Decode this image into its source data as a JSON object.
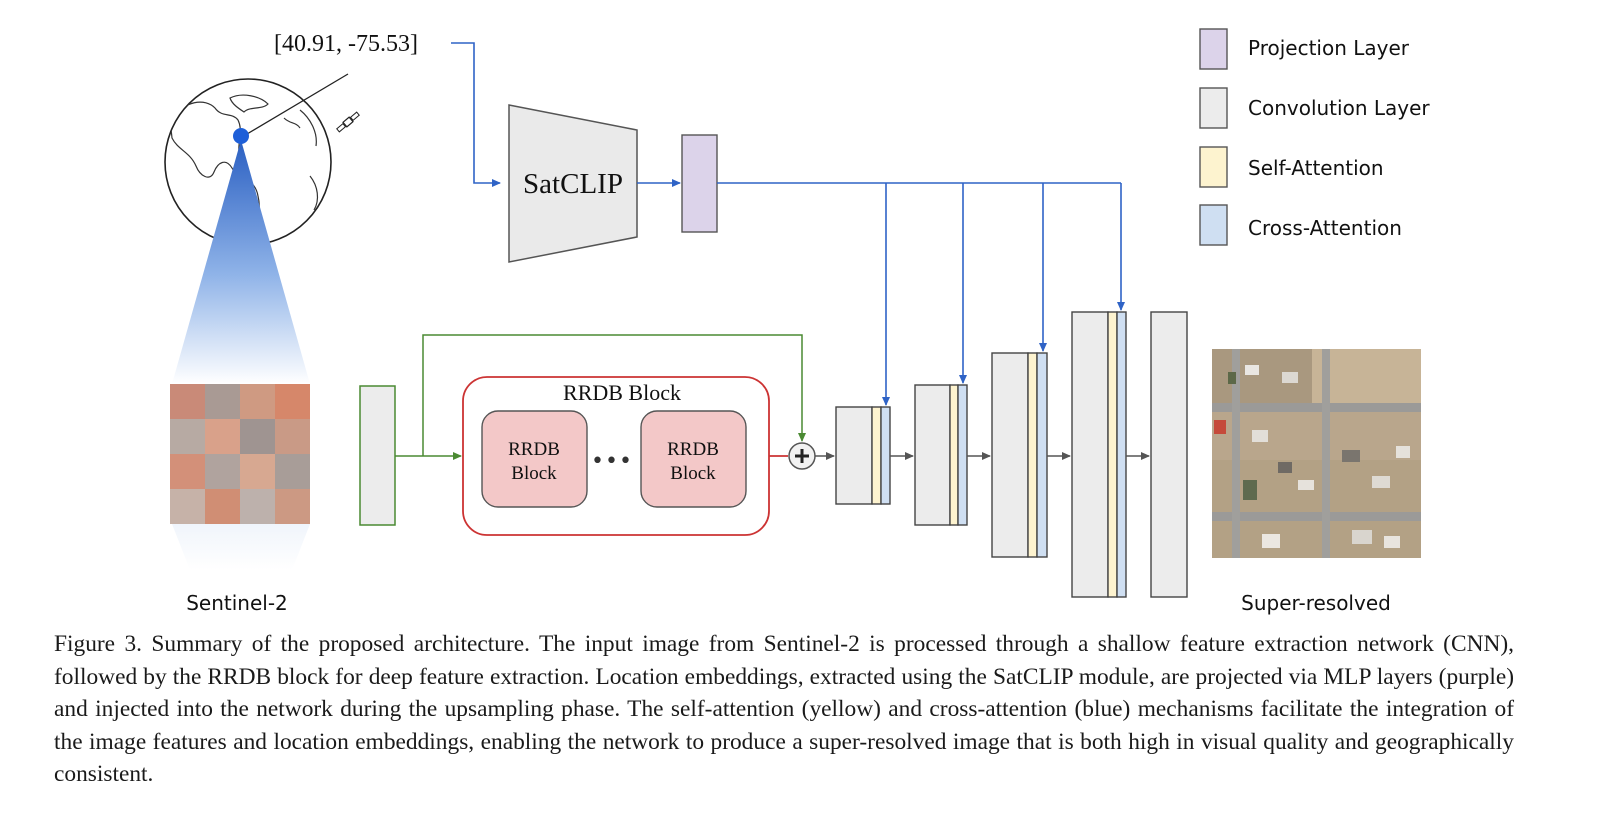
{
  "coordinates": "[40.91, -75.53]",
  "satclip_label": "SatCLIP",
  "rrdb_outer_label": "RRDB Block",
  "rrdb_inner_1": [
    "RRDB",
    "Block"
  ],
  "rrdb_inner_2": [
    "RRDB",
    "Block"
  ],
  "ellipsis": "•••",
  "sentinel_label": "Sentinel-2",
  "output_label": "Super-resolved",
  "legend": [
    {
      "label": "Projection Layer",
      "color": "#dcd3ea"
    },
    {
      "label": "Convolution Layer",
      "color": "#ececec"
    },
    {
      "label": "Self-Attention",
      "color": "#fdf3cf"
    },
    {
      "label": "Cross-Attention",
      "color": "#cfdff2"
    }
  ],
  "colors": {
    "location_arrow": "#2f63c6",
    "skip_arrow": "#4a8a32",
    "rrdb_border": "#cc3333",
    "rrdb_fill": "#f3c8c8",
    "projection": "#dcd3ea",
    "convolution": "#ececec",
    "self_attention": "#fdf3cf",
    "cross_attention": "#cfdff2"
  },
  "caption": "Figure 3.  Summary of the proposed architecture.  The input image from Sentinel-2 is processed through a shallow feature extraction network (CNN), followed by the RRDB block for deep feature extraction.  Location embeddings, extracted using the SatCLIP module, are projected via MLP layers (purple) and injected into the network during the upsampling phase. The self-attention (yellow) and cross-attention (blue) mechanisms facilitate the integration of the image features and location embeddings, enabling the network to produce a super-resolved image that is both high in visual quality and geographically consistent."
}
